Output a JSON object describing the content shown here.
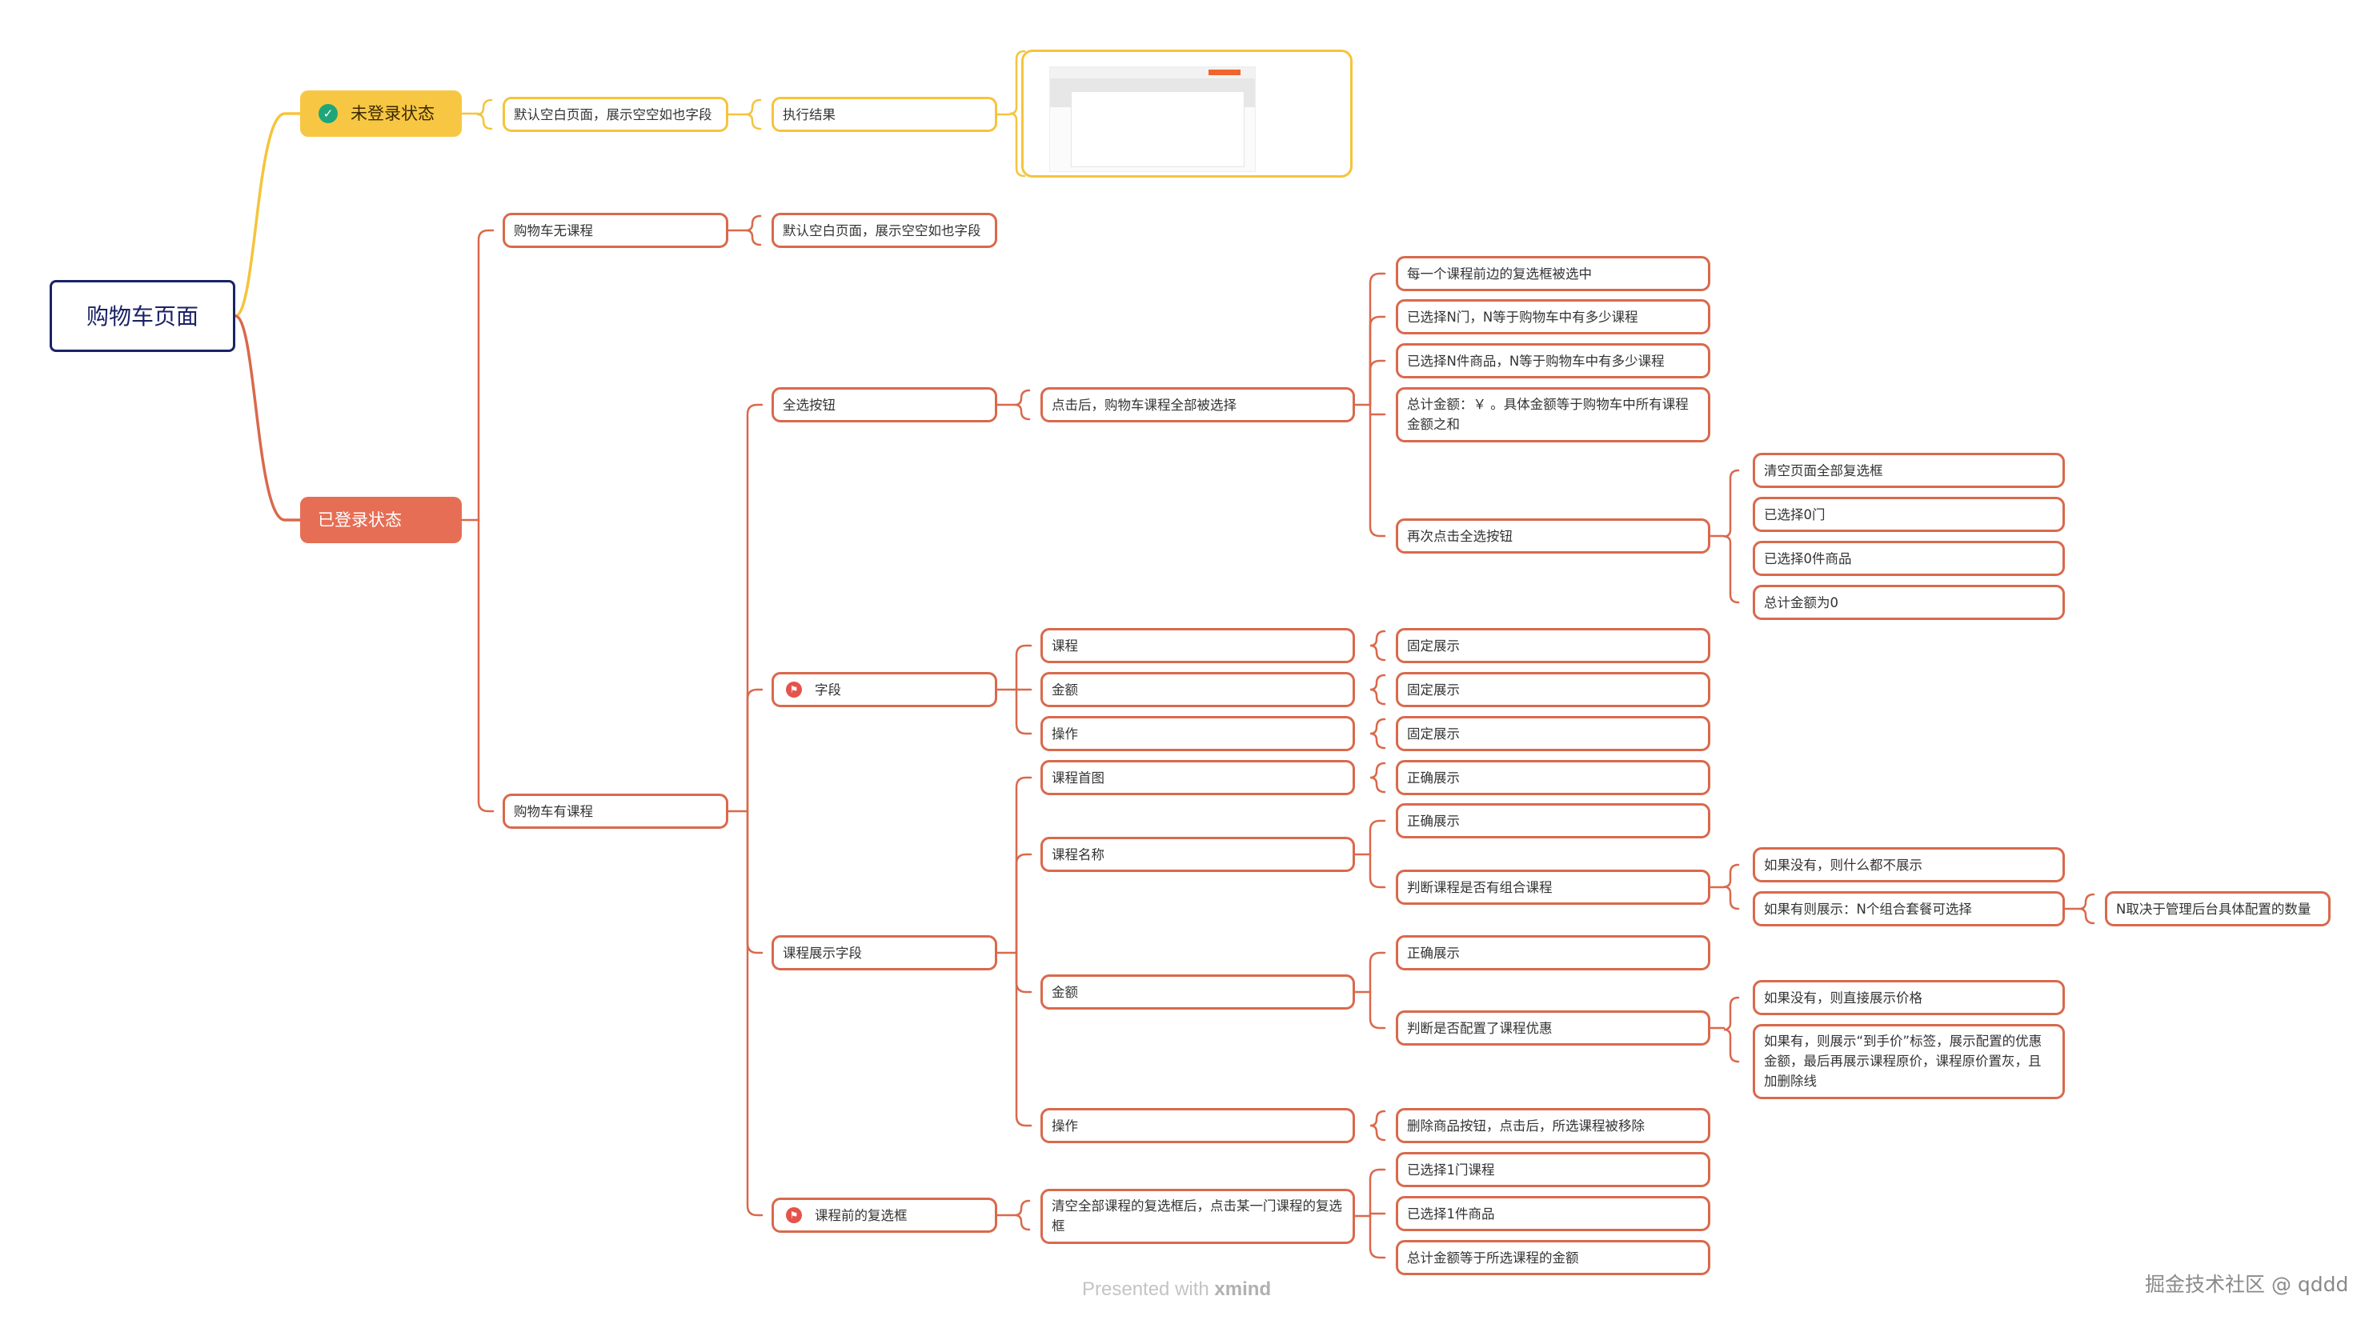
{
  "nodes": {
    "root": "购物车页面",
    "not_logged": "未登录状态",
    "logged": "已登录状态",
    "nl_default": "默认空白页面，展示空空如也字段",
    "nl_result": "执行结果",
    "empty_cart": "购物车无课程",
    "empty_cart_default": "默认空白页面，展示空空如也字段",
    "has_cart": "购物车有课程",
    "select_all": "全选按钮",
    "select_all_click": "点击后，购物车课程全部被选择",
    "sa_1": "每一个课程前边的复选框被选中",
    "sa_2": "已选择N门，N等于购物车中有多少课程",
    "sa_3": "已选择N件商品，N等于购物车中有多少课程",
    "sa_4": "总计金额：￥ 。具体金额等于购物车中所有课程金额之和",
    "sa_again": "再次点击全选按钮",
    "again_1": "清空页面全部复选框",
    "again_2": "已选择0门",
    "again_3": "已选择0件商品",
    "again_4": "总计金额为0",
    "fields": "字段",
    "f_course": "课程",
    "f_amount": "金额",
    "f_action": "操作",
    "fixed_1": "固定展示",
    "fixed_2": "固定展示",
    "fixed_3": "固定展示",
    "display_fields": "课程展示字段",
    "d_cover": "课程首图",
    "d_name": "课程名称",
    "d_amount": "金额",
    "d_action": "操作",
    "correct_1": "正确展示",
    "correct_2": "正确展示",
    "combo_check": "判断课程是否有组合课程",
    "combo_none": "如果没有，则什么都不展示",
    "combo_has": "如果有则展示：N个组合套餐可选择",
    "combo_n": "N取决于管理后台具体配置的数量",
    "correct_3": "正确展示",
    "discount_check": "判断是否配置了课程优惠",
    "discount_none": "如果没有，则直接展示价格",
    "discount_has": "如果有，则展示“到手价”标签，展示配置的优惠金额，最后再展示课程原价，课程原价置灰，且加删除线",
    "delete_btn": "删除商品按钮，点击后，所选课程被移除",
    "checkbox": "课程前的复选框",
    "checkbox_click": "清空全部课程的复选框后，点击某一门课程的复选框",
    "cb_1": "已选择1门课程",
    "cb_2": "已选择1件商品",
    "cb_3": "总计金额等于所选课程的金额"
  },
  "footer": {
    "prefix": "Presented with ",
    "brand": "xmind"
  },
  "watermark": "掘金技术社区 @ qddd",
  "colors": {
    "root": "#1b2266",
    "yellow": "#f5c43d",
    "red": "#d9694c",
    "check": "#1ea67a"
  }
}
